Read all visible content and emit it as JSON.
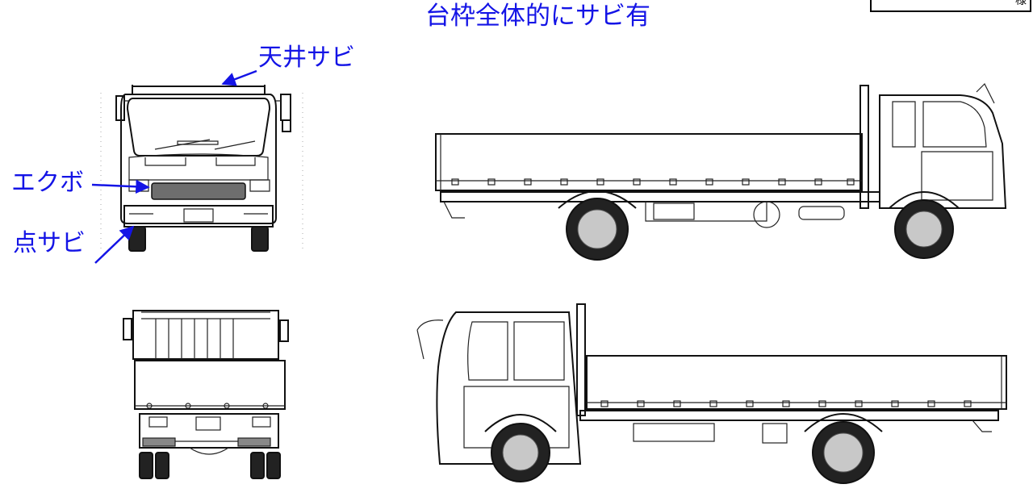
{
  "title": "台枠全体的にサビ有",
  "corner_label": "様",
  "annotations": {
    "roof_rust": "天井サビ",
    "dent": "エクボ",
    "spot_rust": "点サビ"
  },
  "colors": {
    "annotation": "#1414e6",
    "line": "#111111",
    "hub": "#c8c8c8"
  }
}
